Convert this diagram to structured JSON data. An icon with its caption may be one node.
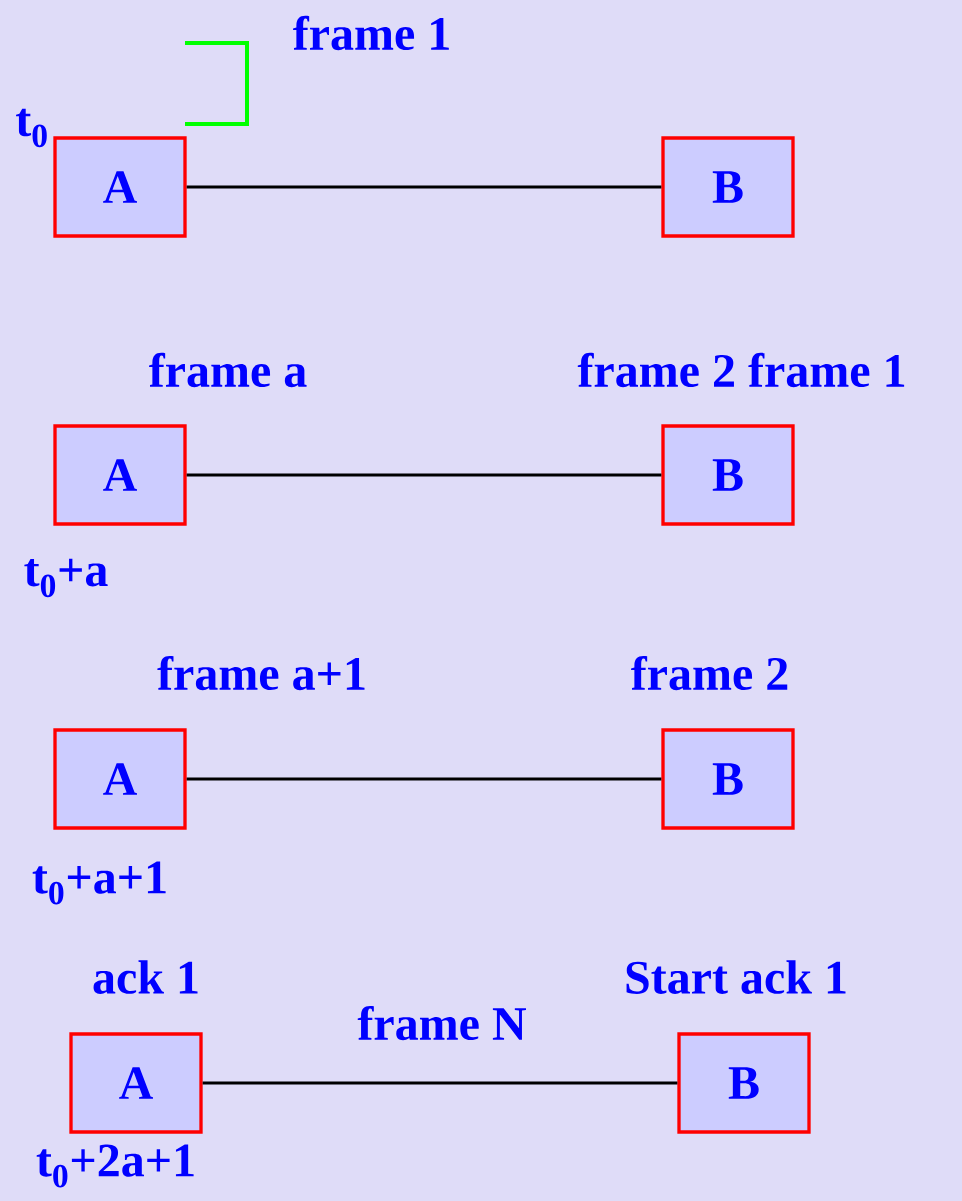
{
  "diagram": {
    "nodes": [
      {
        "text": [
          "A"
        ]
      },
      {
        "text": [
          "B"
        ]
      },
      {
        "text": [
          "A"
        ]
      },
      {
        "text": [
          "B"
        ]
      },
      {
        "text": [
          "A"
        ]
      },
      {
        "text": [
          "B"
        ]
      },
      {
        "text": [
          "A"
        ]
      },
      {
        "text": [
          "B"
        ]
      }
    ],
    "edges": [
      {
        "from": 0,
        "to": 1,
        "arrow": "none"
      },
      {
        "from": 2,
        "to": 3,
        "arrow": "none"
      },
      {
        "from": 4,
        "to": 5,
        "arrow": "none"
      },
      {
        "from": 6,
        "to": 7,
        "arrow": "none"
      }
    ],
    "labels": [
      "frame 1",
      "t$_{0}$",
      "frame a",
      "frame 2 frame 1",
      "t$_{0}$+a",
      "frame a+1",
      "frame 2",
      "t$_{0}$+a+1",
      "ack 1",
      "Start ack 1",
      "frame N",
      "t$_{0}$+2a+1"
    ]
  }
}
